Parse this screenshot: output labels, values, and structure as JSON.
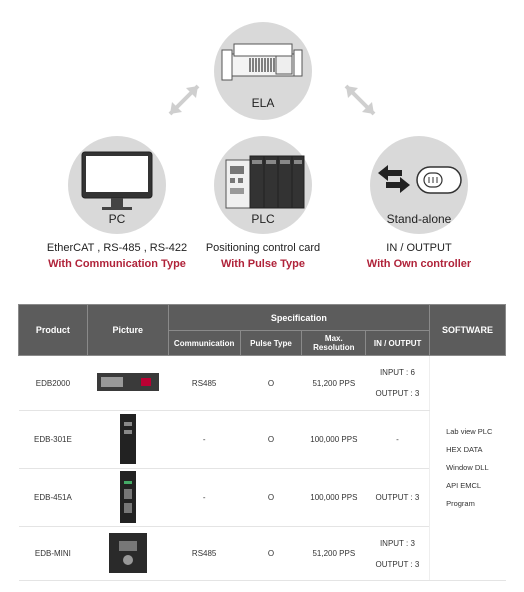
{
  "diagram": {
    "ela": {
      "label": "ELA"
    },
    "pc": {
      "label": "PC",
      "line1": "EtherCAT , RS-485 , RS-422",
      "line2": "With Communication Type"
    },
    "plc": {
      "label": "PLC",
      "line1": "Positioning control card",
      "line2": "With Pulse Type"
    },
    "standalone": {
      "label": "Stand-alone",
      "line1": "IN / OUTPUT",
      "line2": "With Own controller"
    },
    "colors": {
      "accent": "#b0233a",
      "circle": "#d9d9d9",
      "header": "#5c5c5c"
    },
    "icons": [
      "linear-actuator-icon",
      "monitor-icon",
      "plc-rack-icon",
      "swap-arrows-icon",
      "toggle-switch-icon"
    ]
  },
  "table": {
    "headers": {
      "product": "Product",
      "picture": "Picture",
      "specification": "Specification",
      "software": "SOFTWARE",
      "communication": "Communication",
      "pulse_type": "Pulse Type",
      "max_resolution_1": "Max.",
      "max_resolution_2": "Resolution",
      "io": "IN / OUTPUT"
    },
    "rows": [
      {
        "product": "EDB2000",
        "communication": "RS485",
        "pulse_type": "O",
        "max_resolution": "51,200 PPS",
        "io_1": "INPUT : 6",
        "io_2": "OUTPUT : 3"
      },
      {
        "product": "EDB-301E",
        "communication": "-",
        "pulse_type": "O",
        "max_resolution": "100,000 PPS",
        "io_1": "-",
        "io_2": ""
      },
      {
        "product": "EDB-451A",
        "communication": "-",
        "pulse_type": "O",
        "max_resolution": "100,000 PPS",
        "io_1": "OUTPUT : 3",
        "io_2": ""
      },
      {
        "product": "EDB-MINI",
        "communication": "RS485",
        "pulse_type": "O",
        "max_resolution": "51,200 PPS",
        "io_1": "INPUT : 3",
        "io_2": "OUTPUT : 3"
      }
    ],
    "software": [
      "Lab view PLC",
      "HEX DATA",
      "Window DLL",
      "API EMCL",
      "Program"
    ]
  }
}
